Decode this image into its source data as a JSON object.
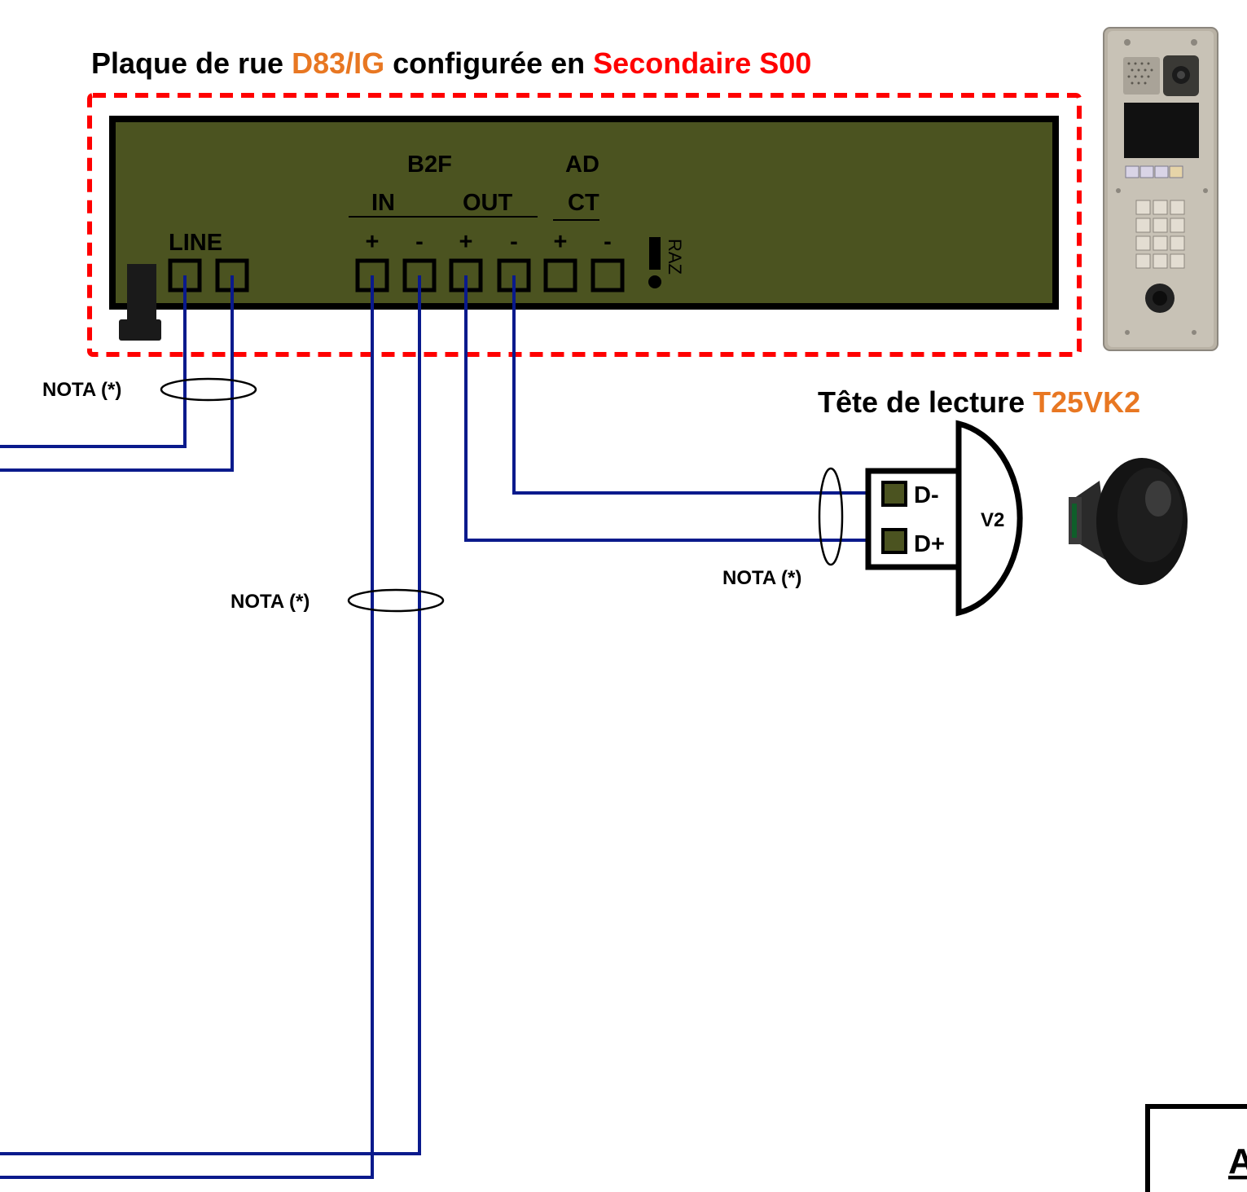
{
  "colors": {
    "wire": "#0a1a8c",
    "dashed_border": "#ff0000",
    "accent_orange": "#e87722",
    "accent_red": "#ff0000",
    "terminal_fill": "#4b5320"
  },
  "title": {
    "prefix": "Plaque de rue ",
    "model": "D83/IG",
    "middle": " configurée en ",
    "mode": "Secondaire S00"
  },
  "board": {
    "line_label": "LINE",
    "b2f_label": "B2F",
    "in_label": "IN",
    "out_label": "OUT",
    "ad_label": "AD",
    "ct_label": "CT",
    "polarities": [
      "+",
      "-",
      "+",
      "-",
      "+",
      "-"
    ],
    "raz_label": "RAZ"
  },
  "reader": {
    "title_prefix": "Tête de lecture ",
    "title_model": "T25VK2",
    "d_minus": "D-",
    "d_plus": "D+",
    "bus_label": "V2"
  },
  "notes": {
    "nota_line": "NOTA (*)",
    "nota_reader": "NOTA (*)",
    "nota_b2f": "NOTA (*)"
  },
  "corner_box": {
    "text": "A"
  }
}
